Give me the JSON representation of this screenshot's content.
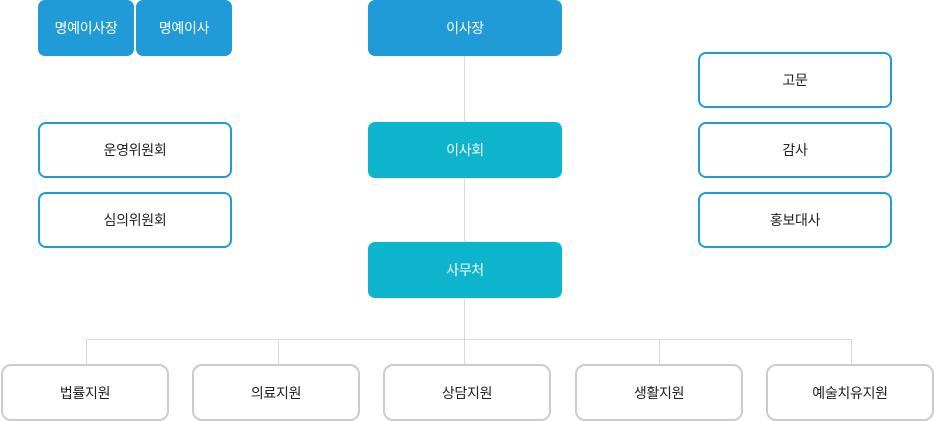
{
  "chart": {
    "top_left": [
      {
        "label": "명예이사장"
      },
      {
        "label": "명예이사"
      }
    ],
    "chairman": {
      "label": "이사장"
    },
    "board": {
      "label": "이사회"
    },
    "secretariat": {
      "label": "사무처"
    },
    "committees": [
      {
        "label": "운영위원회"
      },
      {
        "label": "심의위원회"
      }
    ],
    "advisors": [
      {
        "label": "고문"
      },
      {
        "label": "감사"
      },
      {
        "label": "홍보대사"
      }
    ],
    "departments": [
      {
        "label": "법률지원"
      },
      {
        "label": "의료지원"
      },
      {
        "label": "상담지원"
      },
      {
        "label": "생활지원"
      },
      {
        "label": "예술치유지원"
      }
    ]
  },
  "colors": {
    "primary_blue": "#209bd8",
    "teal": "#0db5cc",
    "outline_gray": "#c8ccd0",
    "connector": "#d9d9d9"
  }
}
